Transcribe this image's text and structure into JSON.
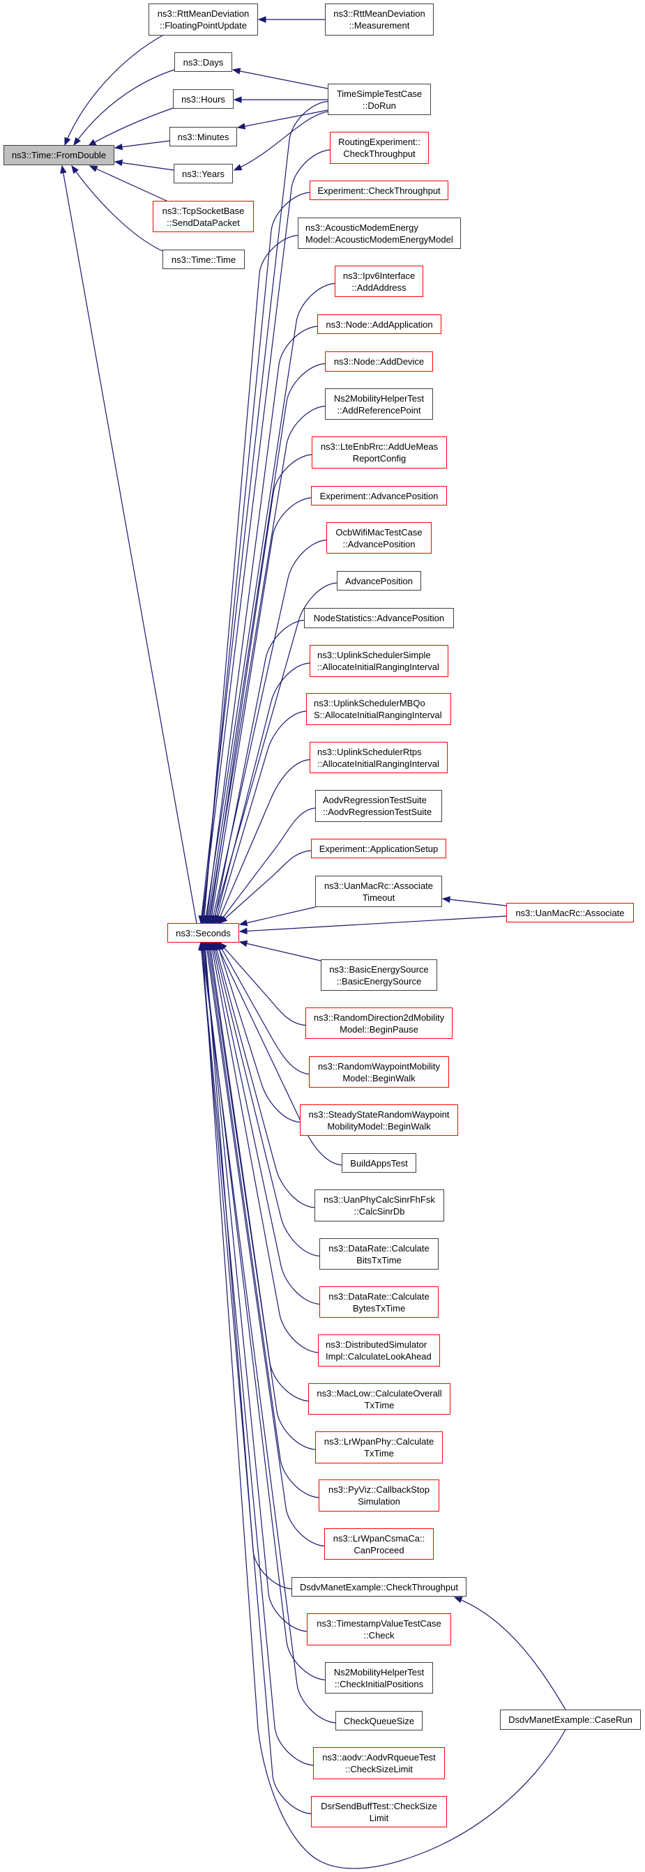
{
  "graph": {
    "type": "caller-graph",
    "root": "root",
    "legend": {
      "root": "function being documented (gray fill)",
      "documented": "documented caller (black border)",
      "undocumented": "undocumented caller (red border)"
    },
    "colors": {
      "edge": "#191970",
      "documented_border": "#404040",
      "undocumented_border": "#ff0000",
      "root_fill": "#bfbfbf"
    },
    "nodes": [
      {
        "id": "root",
        "kind": "root",
        "lines": [
          "ns3::Time::FromDouble"
        ]
      },
      {
        "id": "fpu",
        "kind": "documented",
        "lines": [
          "ns3::RttMeanDeviation",
          "::FloatingPointUpdate"
        ]
      },
      {
        "id": "days",
        "kind": "documented",
        "lines": [
          "ns3::Days"
        ]
      },
      {
        "id": "hours",
        "kind": "documented",
        "lines": [
          "ns3::Hours"
        ]
      },
      {
        "id": "minutes",
        "kind": "documented",
        "lines": [
          "ns3::Minutes"
        ]
      },
      {
        "id": "years",
        "kind": "documented",
        "lines": [
          "ns3::Years"
        ]
      },
      {
        "id": "tcp",
        "kind": "undocumented",
        "lines": [
          "ns3::TcpSocketBase",
          "::SendDataPacket"
        ]
      },
      {
        "id": "timetime",
        "kind": "documented",
        "lines": [
          "ns3::Time::Time"
        ]
      },
      {
        "id": "seconds",
        "kind": "undocumented",
        "lines": [
          "ns3::Seconds"
        ]
      },
      {
        "id": "measurement",
        "kind": "documented",
        "lines": [
          "ns3::RttMeanDeviation",
          "::Measurement"
        ]
      },
      {
        "id": "dorun",
        "kind": "documented",
        "lines": [
          "TimeSimpleTestCase",
          "::DoRun"
        ]
      },
      {
        "id": "routing",
        "kind": "undocumented",
        "lines": [
          "RoutingExperiment::",
          "CheckThroughput"
        ]
      },
      {
        "id": "expcheck",
        "kind": "undocumented",
        "lines": [
          "Experiment::CheckThroughput"
        ]
      },
      {
        "id": "acoustic",
        "kind": "documented",
        "lines": [
          "ns3::AcousticModemEnergy",
          "Model::AcousticModemEnergyModel"
        ]
      },
      {
        "id": "ipv6",
        "kind": "undocumented",
        "lines": [
          "ns3::Ipv6Interface",
          "::AddAddress"
        ]
      },
      {
        "id": "addapp",
        "kind": "undocumented",
        "lines": [
          "ns3::Node::AddApplication"
        ]
      },
      {
        "id": "adddev",
        "kind": "undocumented",
        "lines": [
          "ns3::Node::AddDevice"
        ]
      },
      {
        "id": "ns2ref",
        "kind": "documented",
        "lines": [
          "Ns2MobilityHelperTest",
          "::AddReferencePoint"
        ]
      },
      {
        "id": "lte",
        "kind": "undocumented",
        "lines": [
          "ns3::LteEnbRrc::AddUeMeas",
          "ReportConfig"
        ]
      },
      {
        "id": "expadv",
        "kind": "undocumented",
        "lines": [
          "Experiment::AdvancePosition"
        ]
      },
      {
        "id": "ocb",
        "kind": "undocumented",
        "lines": [
          "OcbWifiMacTestCase",
          "::AdvancePosition"
        ]
      },
      {
        "id": "advpos",
        "kind": "documented",
        "lines": [
          "AdvancePosition"
        ]
      },
      {
        "id": "nodestats",
        "kind": "documented",
        "lines": [
          "NodeStatistics::AdvancePosition"
        ]
      },
      {
        "id": "ulsimple",
        "kind": "undocumented",
        "lines": [
          "ns3::UplinkSchedulerSimple",
          "::AllocateInitialRangingInterval"
        ]
      },
      {
        "id": "ulmbqos",
        "kind": "undocumented",
        "lines": [
          "ns3::UplinkSchedulerMBQo",
          "S::AllocateInitialRangingInterval"
        ]
      },
      {
        "id": "ulrtps",
        "kind": "undocumented",
        "lines": [
          "ns3::UplinkSchedulerRtps",
          "::AllocateInitialRangingInterval"
        ]
      },
      {
        "id": "aodvreg",
        "kind": "documented",
        "lines": [
          "AodvRegressionTestSuite",
          "::AodvRegressionTestSuite"
        ]
      },
      {
        "id": "appsetup",
        "kind": "undocumented",
        "lines": [
          "Experiment::ApplicationSetup"
        ]
      },
      {
        "id": "assoctimeout",
        "kind": "documented",
        "lines": [
          "ns3::UanMacRc::Associate",
          "Timeout"
        ]
      },
      {
        "id": "associate",
        "kind": "undocumented",
        "lines": [
          "ns3::UanMacRc::Associate"
        ]
      },
      {
        "id": "basicenergy",
        "kind": "documented",
        "lines": [
          "ns3::BasicEnergySource",
          "::BasicEnergySource"
        ]
      },
      {
        "id": "randdir",
        "kind": "undocumented",
        "lines": [
          "ns3::RandomDirection2dMobility",
          "Model::BeginPause"
        ]
      },
      {
        "id": "randwp",
        "kind": "undocumented",
        "lines": [
          "ns3::RandomWaypointMobility",
          "Model::BeginWalk"
        ]
      },
      {
        "id": "steady",
        "kind": "undocumented",
        "lines": [
          "ns3::SteadyStateRandomWaypoint",
          "MobilityModel::BeginWalk"
        ]
      },
      {
        "id": "buildapps",
        "kind": "documented",
        "lines": [
          "BuildAppsTest"
        ]
      },
      {
        "id": "uanphy",
        "kind": "documented",
        "lines": [
          "ns3::UanPhyCalcSinrFhFsk",
          "::CalcSinrDb"
        ]
      },
      {
        "id": "bits",
        "kind": "documented",
        "lines": [
          "ns3::DataRate::Calculate",
          "BitsTxTime"
        ]
      },
      {
        "id": "bytes",
        "kind": "undocumented",
        "lines": [
          "ns3::DataRate::Calculate",
          "BytesTxTime"
        ]
      },
      {
        "id": "distsim",
        "kind": "undocumented",
        "lines": [
          "ns3::DistributedSimulator",
          "Impl::CalculateLookAhead"
        ]
      },
      {
        "id": "maclow",
        "kind": "undocumented",
        "lines": [
          "ns3::MacLow::CalculateOverall",
          "TxTime"
        ]
      },
      {
        "id": "lrwpanphy",
        "kind": "undocumented",
        "lines": [
          "ns3::LrWpanPhy::Calculate",
          "TxTime"
        ]
      },
      {
        "id": "pyviz",
        "kind": "undocumented",
        "lines": [
          "ns3::PyViz::CallbackStop",
          "Simulation"
        ]
      },
      {
        "id": "csmaca",
        "kind": "undocumented",
        "lines": [
          "ns3::LrWpanCsmaCa::",
          "CanProceed"
        ]
      },
      {
        "id": "dsdvcheck",
        "kind": "documented",
        "lines": [
          "DsdvManetExample::CheckThroughput"
        ]
      },
      {
        "id": "timestamp",
        "kind": "undocumented",
        "lines": [
          "ns3::TimestampValueTestCase",
          "::Check"
        ]
      },
      {
        "id": "ns2init",
        "kind": "documented",
        "lines": [
          "Ns2MobilityHelperTest",
          "::CheckInitialPositions"
        ]
      },
      {
        "id": "checkqueue",
        "kind": "documented",
        "lines": [
          "CheckQueueSize"
        ]
      },
      {
        "id": "aodvrq",
        "kind": "undocumented",
        "lines": [
          "ns3::aodv::AodvRqueueTest",
          "::CheckSizeLimit"
        ]
      },
      {
        "id": "dsrsend",
        "kind": "undocumented",
        "lines": [
          "DsrSendBuffTest::CheckSize",
          "Limit"
        ]
      },
      {
        "id": "caserun",
        "kind": "documented",
        "lines": [
          "DsdvManetExample::CaseRun"
        ]
      }
    ],
    "edges": [
      {
        "from": "fpu",
        "to": "root"
      },
      {
        "from": "days",
        "to": "root"
      },
      {
        "from": "hours",
        "to": "root"
      },
      {
        "from": "minutes",
        "to": "root"
      },
      {
        "from": "years",
        "to": "root"
      },
      {
        "from": "tcp",
        "to": "root"
      },
      {
        "from": "timetime",
        "to": "root"
      },
      {
        "from": "seconds",
        "to": "root"
      },
      {
        "from": "measurement",
        "to": "fpu"
      },
      {
        "from": "dorun",
        "to": "days"
      },
      {
        "from": "dorun",
        "to": "hours"
      },
      {
        "from": "dorun",
        "to": "minutes"
      },
      {
        "from": "dorun",
        "to": "years"
      },
      {
        "from": "dorun",
        "to": "seconds"
      },
      {
        "from": "routing",
        "to": "seconds"
      },
      {
        "from": "expcheck",
        "to": "seconds"
      },
      {
        "from": "acoustic",
        "to": "seconds"
      },
      {
        "from": "ipv6",
        "to": "seconds"
      },
      {
        "from": "addapp",
        "to": "seconds"
      },
      {
        "from": "adddev",
        "to": "seconds"
      },
      {
        "from": "ns2ref",
        "to": "seconds"
      },
      {
        "from": "lte",
        "to": "seconds"
      },
      {
        "from": "expadv",
        "to": "seconds"
      },
      {
        "from": "ocb",
        "to": "seconds"
      },
      {
        "from": "advpos",
        "to": "seconds"
      },
      {
        "from": "nodestats",
        "to": "seconds"
      },
      {
        "from": "ulsimple",
        "to": "seconds"
      },
      {
        "from": "ulmbqos",
        "to": "seconds"
      },
      {
        "from": "ulrtps",
        "to": "seconds"
      },
      {
        "from": "aodvreg",
        "to": "seconds"
      },
      {
        "from": "appsetup",
        "to": "seconds"
      },
      {
        "from": "assoctimeout",
        "to": "seconds"
      },
      {
        "from": "associate",
        "to": "assoctimeout"
      },
      {
        "from": "associate",
        "to": "seconds"
      },
      {
        "from": "basicenergy",
        "to": "seconds"
      },
      {
        "from": "randdir",
        "to": "seconds"
      },
      {
        "from": "randwp",
        "to": "seconds"
      },
      {
        "from": "steady",
        "to": "seconds"
      },
      {
        "from": "buildapps",
        "to": "seconds"
      },
      {
        "from": "uanphy",
        "to": "seconds"
      },
      {
        "from": "bits",
        "to": "seconds"
      },
      {
        "from": "bytes",
        "to": "seconds"
      },
      {
        "from": "distsim",
        "to": "seconds"
      },
      {
        "from": "maclow",
        "to": "seconds"
      },
      {
        "from": "lrwpanphy",
        "to": "seconds"
      },
      {
        "from": "pyviz",
        "to": "seconds"
      },
      {
        "from": "csmaca",
        "to": "seconds"
      },
      {
        "from": "dsdvcheck",
        "to": "seconds"
      },
      {
        "from": "timestamp",
        "to": "seconds"
      },
      {
        "from": "ns2init",
        "to": "seconds"
      },
      {
        "from": "checkqueue",
        "to": "seconds"
      },
      {
        "from": "aodvrq",
        "to": "seconds"
      },
      {
        "from": "dsrsend",
        "to": "seconds"
      },
      {
        "from": "caserun",
        "to": "dsdvcheck"
      },
      {
        "from": "caserun",
        "to": "seconds"
      }
    ]
  }
}
